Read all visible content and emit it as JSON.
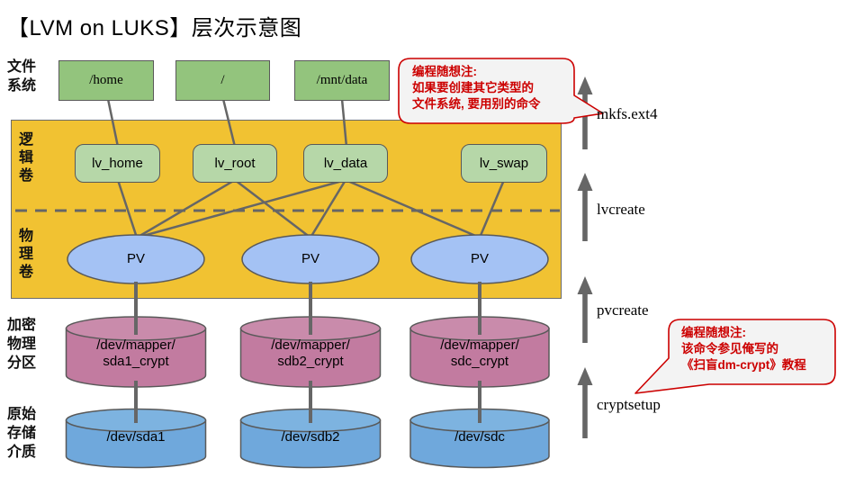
{
  "title": "【LVM on LUKS】层次示意图",
  "colors": {
    "filesystem_green": "#93c47d",
    "lv_green": "#b6d7a8",
    "vg_yellow": "#f1c232",
    "pv_blue": "#a4c2f4",
    "crypt_purple": "#c27ba0",
    "disk_blue": "#6fa8dc",
    "line_gray": "#666666",
    "note_red": "#cc0000",
    "note_bg": "#f3f3f3"
  },
  "row_labels": {
    "filesystem": [
      "文件",
      "系统"
    ],
    "logical_volume": [
      "逻",
      "辑",
      "卷"
    ],
    "physical_volume": [
      "物",
      "理",
      "卷"
    ],
    "encrypted_partition": [
      "加密",
      "物理",
      "分区"
    ],
    "raw_storage": [
      "原始",
      "存储",
      "介质"
    ]
  },
  "filesystems": [
    {
      "label": "/home"
    },
    {
      "label": "/"
    },
    {
      "label": "/mnt/data"
    }
  ],
  "logical_volumes": [
    {
      "label": "lv_home"
    },
    {
      "label": "lv_root"
    },
    {
      "label": "lv_data"
    },
    {
      "label": "lv_swap"
    }
  ],
  "physical_volumes": [
    {
      "label": "PV"
    },
    {
      "label": "PV"
    },
    {
      "label": "PV"
    }
  ],
  "crypt_partitions": [
    {
      "line1": "/dev/mapper/",
      "line2": "sda1_crypt"
    },
    {
      "line1": "/dev/mapper/",
      "line2": "sdb2_crypt"
    },
    {
      "line1": "/dev/mapper/",
      "line2": "sdc_crypt"
    }
  ],
  "raw_devices": [
    {
      "label": "/dev/sda1"
    },
    {
      "label": "/dev/sdb2"
    },
    {
      "label": "/dev/sdc"
    }
  ],
  "commands": [
    {
      "label": "mkfs.ext4"
    },
    {
      "label": "lvcreate"
    },
    {
      "label": "pvcreate"
    },
    {
      "label": "cryptsetup"
    }
  ],
  "notes": [
    {
      "line1": "编程随想注:",
      "line2": "如果要创建其它类型的",
      "line3": "文件系统, 要用别的命令"
    },
    {
      "line1": "编程随想注:",
      "line2": "该命令参见俺写的",
      "line3": "《扫盲dm-crypt》教程"
    }
  ]
}
